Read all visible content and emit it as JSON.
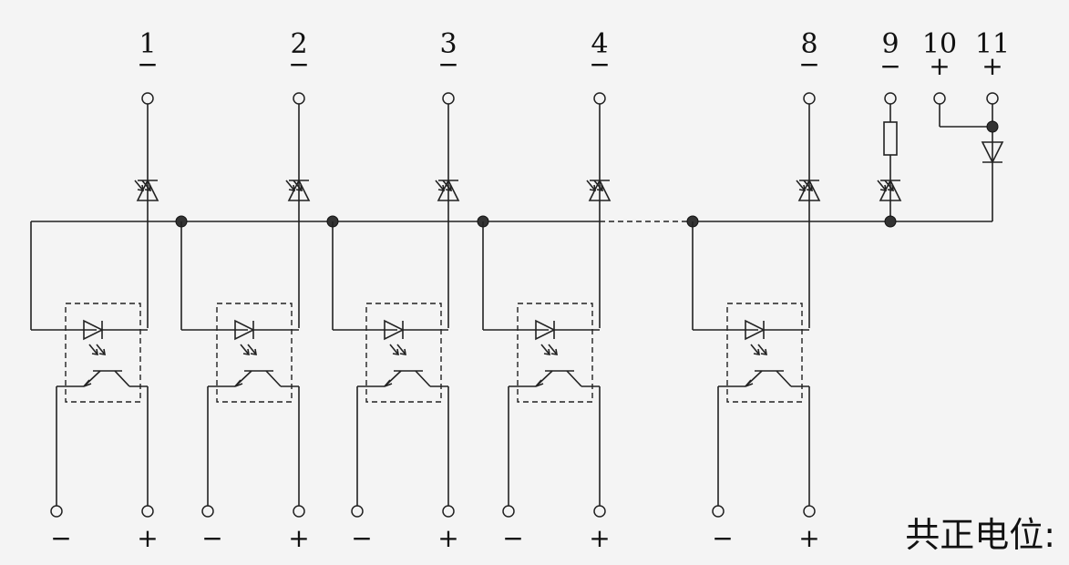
{
  "channels": [
    {
      "label": "1",
      "top_sign": "−",
      "bottom_left": "−",
      "bottom_right": "+"
    },
    {
      "label": "2",
      "top_sign": "−",
      "bottom_left": "−",
      "bottom_right": "+"
    },
    {
      "label": "3",
      "top_sign": "−",
      "bottom_left": "−",
      "bottom_right": "+"
    },
    {
      "label": "4",
      "top_sign": "−",
      "bottom_left": "−",
      "bottom_right": "+"
    },
    {
      "label": "8",
      "top_sign": "−",
      "bottom_left": "−",
      "bottom_right": "+"
    }
  ],
  "extra_terminals": [
    {
      "label": "9",
      "sign": "−"
    },
    {
      "label": "10",
      "sign": "+"
    },
    {
      "label": "11",
      "sign": "+"
    }
  ],
  "caption": "共正电位:"
}
